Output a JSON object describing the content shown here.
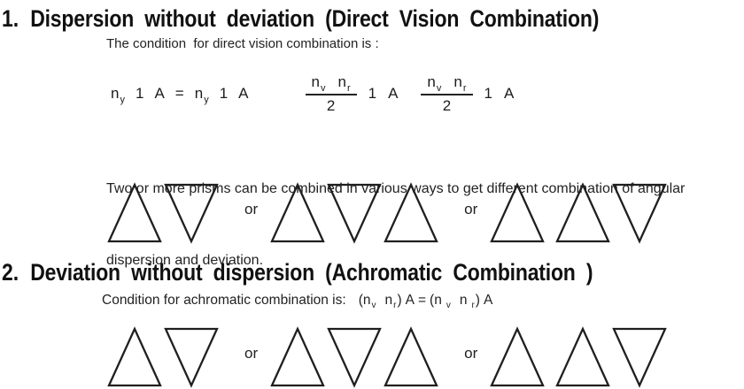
{
  "page": {
    "background": "#ffffff",
    "text_color": "#1d1d1d",
    "prism_stroke_color": "#1f1f1f"
  },
  "section1": {
    "number": "1.",
    "title": "Dispersion without deviation (Direct Vision Combination)",
    "intro": "The condition  for direct vision combination is :",
    "paragraph_line1": "Two or more prisms can be combined in various ways to get different combination of angular",
    "paragraph_line2": "dispersion and deviation.",
    "or_label": "or",
    "prism_pattern": [
      [
        "up",
        "down"
      ],
      [
        "up",
        "down",
        "up"
      ],
      [
        "up",
        "up",
        "down"
      ]
    ]
  },
  "section2": {
    "number": "2.",
    "title": "Deviation without dispersion (Achromatic Combination )",
    "condition_label": "Condition for achromatic combination is:",
    "or_label": "or",
    "prism_pattern": [
      [
        "up",
        "down"
      ],
      [
        "up",
        "down",
        "up"
      ],
      [
        "up",
        "up",
        "down"
      ]
    ]
  },
  "formula_tokens": {
    "n": "n",
    "sub_y": "y",
    "sub_v": "v",
    "sub_r": "r",
    "one": "1",
    "two": "2",
    "A": "A",
    "equals": "=",
    "lparen": "(",
    "rparen": ")"
  }
}
